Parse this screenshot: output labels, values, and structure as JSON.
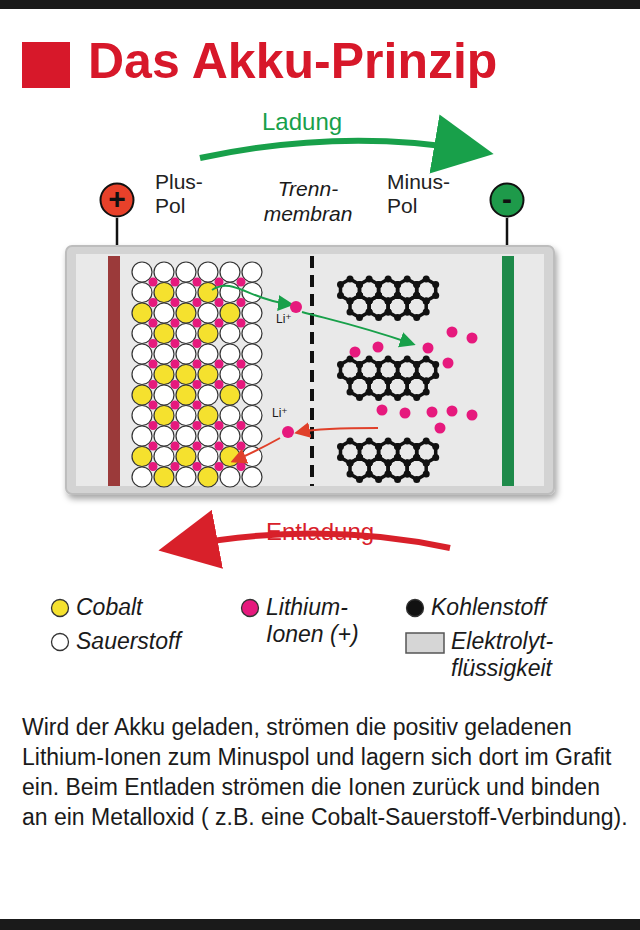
{
  "diagram": {
    "title": "Das Akku-Prinzip",
    "caption": "Wird der Akku geladen, strömen die positiv geladenen Lithium-Ionen zum Minuspol und lagern sich dort im Grafit ein. Beim Entladen strömen die Ionen zurück und binden an ein Metalloxid ( z.B. eine Cobalt-Sauerstoff-Verbindung).",
    "nodes": [
      {
        "text": [
          "+",
          "Plus- Pol"
        ]
      },
      {
        "text": [
          "-",
          "Minus- Pol"
        ]
      }
    ],
    "labels": [
      "Ladung",
      "Trenn- membran",
      "Li⁺",
      "Li⁺",
      "Entladung"
    ],
    "legend": [
      {
        "text": "Cobalt",
        "color": "#f5e12e"
      },
      {
        "text": "Lithium- Ionen (+)",
        "color": "#e6197d"
      },
      {
        "text": "Kohlenstoff",
        "color": "#111111"
      },
      {
        "text": "Sauerstoff",
        "color": "#ffffff"
      },
      {
        "text": "Elektrolyt- flüssigkeit",
        "color": "#d6d6d6"
      }
    ]
  }
}
